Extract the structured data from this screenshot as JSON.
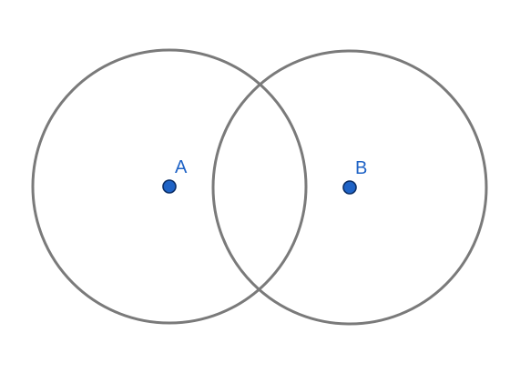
{
  "colors": {
    "circle_stroke": "#7a7a7a",
    "point_fill": "#1f63c6",
    "point_stroke": "#0d2f66",
    "label": "#1f63c6"
  },
  "points": [
    {
      "id": "A",
      "label": "A"
    },
    {
      "id": "B",
      "label": "B"
    }
  ]
}
